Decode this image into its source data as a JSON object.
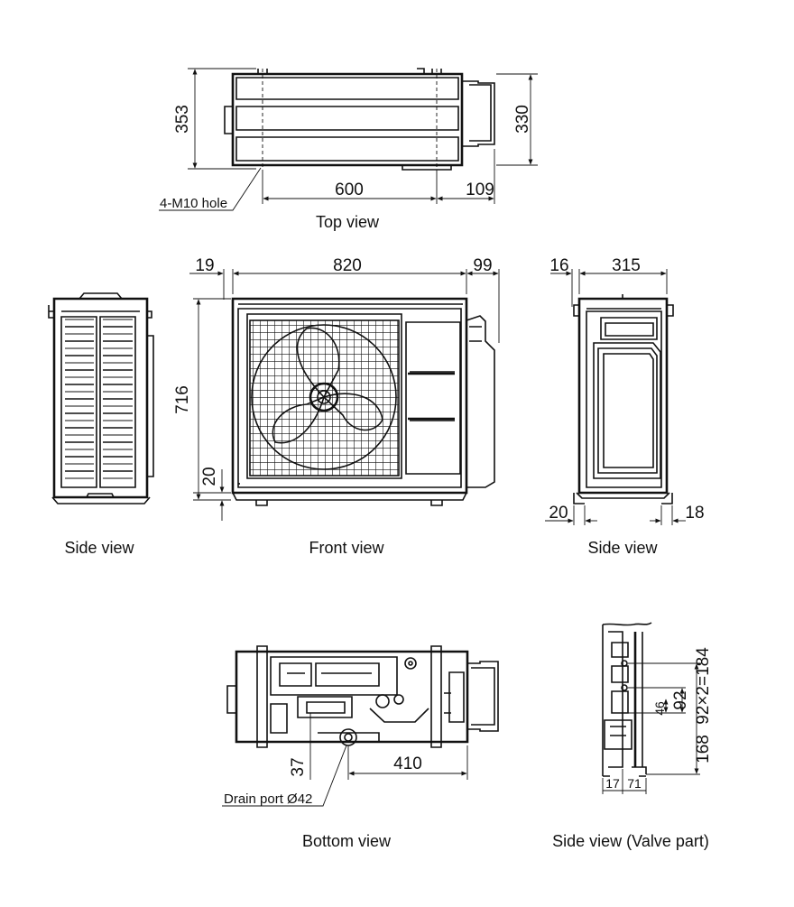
{
  "captions": {
    "top_view": "Top view",
    "side_view_left": "Side view",
    "front_view": "Front view",
    "side_view_right": "Side view",
    "bottom_view": "Bottom view",
    "side_view_valve": "Side view (Valve part)"
  },
  "notes": {
    "mount_holes": "4-M10 hole",
    "drain_port": "Drain port Ø42"
  },
  "dimensions": {
    "top_depth": "353",
    "top_depth_body": "330",
    "top_hole_pitch": "600",
    "top_valve_offset": "109",
    "front_left_margin": "19",
    "front_width": "820",
    "front_right_protrusion": "99",
    "front_height": "716",
    "front_base_height": "20",
    "side_front_offset": "16",
    "side_depth": "315",
    "side_left_foot": "20",
    "side_right_foot": "18",
    "bottom_drain_offset": "37",
    "bottom_drain_distance": "410",
    "valve_pitch": "92×2=184",
    "valve_gap_small": "46",
    "valve_gap_92": "92",
    "valve_height": "168",
    "valve_offset_17": "17",
    "valve_offset_71": "71"
  }
}
